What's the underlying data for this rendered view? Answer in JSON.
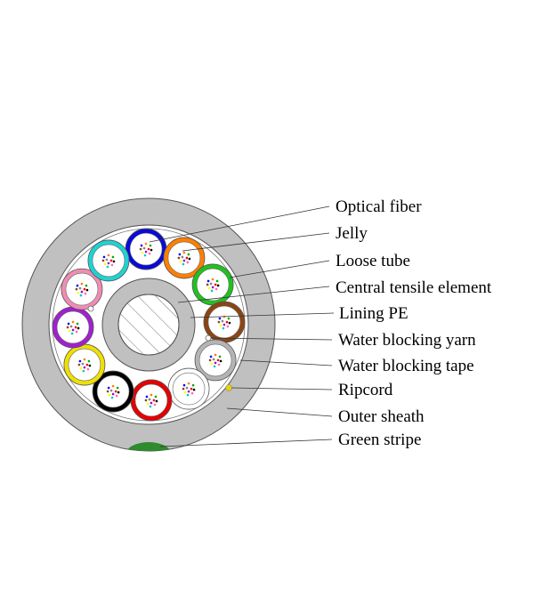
{
  "labels": {
    "optical_fiber": "Optical fiber",
    "jelly": "Jelly",
    "loose_tube": "Loose tube",
    "central_tensile_element": "Central tensile element",
    "lining_pe": "Lining PE",
    "water_blocking_yarn": "Water blocking yarn",
    "water_blocking_tape": "Water blocking tape",
    "ripcord": "Ripcord",
    "outer_sheath": "Outer sheath",
    "green_stripe": "Green stripe"
  },
  "colors": {
    "sheath": "#c0c0c0",
    "inner_fill": "#ffffff",
    "green_stripe": "#2e8b2e",
    "ripcord": "#e8d200",
    "tubes": [
      "#0a0ad6",
      "#ff7f00",
      "#1fc21f",
      "#8b4513",
      "#b4b4b4",
      "#ffffff",
      "#e60000",
      "#000000",
      "#f0e000",
      "#a020d0",
      "#f08cb4",
      "#1fd2d2"
    ],
    "fibers": [
      "#0000ff",
      "#ff7f00",
      "#00aa00",
      "#8b4513",
      "#808080",
      "#ff0000",
      "#000000",
      "#ffff00",
      "#a000c8",
      "#ff69b4",
      "#00c8c8",
      "#ffffff"
    ]
  }
}
